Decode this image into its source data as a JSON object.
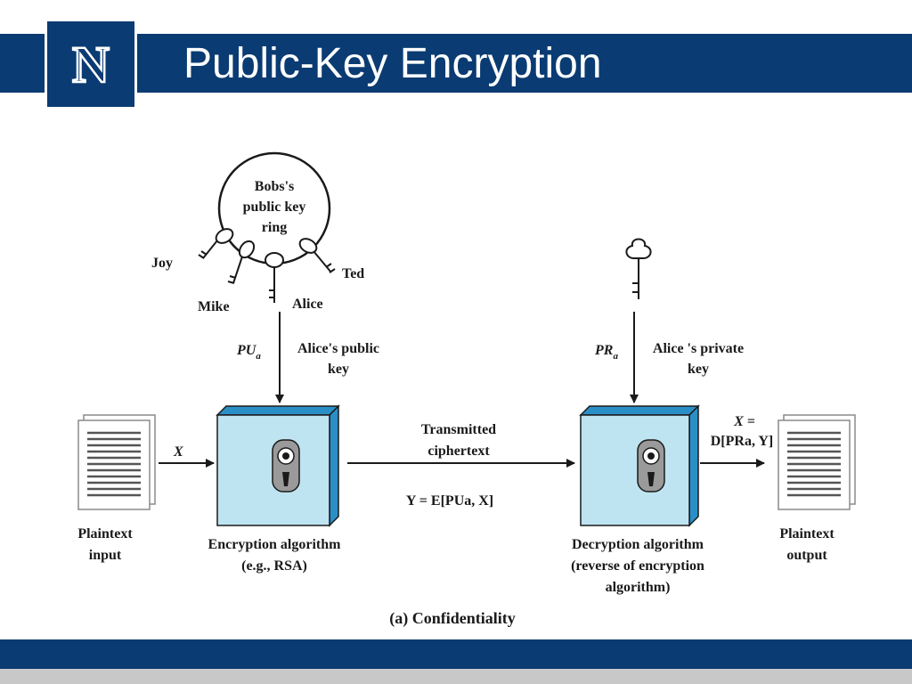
{
  "slide": {
    "title": "Public-Key Encryption",
    "logo": "N"
  },
  "colors": {
    "header": "#0a3b72",
    "box_face": "#bfe4f1",
    "box_side": "#2b8fc7"
  },
  "key_ring": {
    "label_lines": [
      "Bobs's",
      "public key",
      "ring"
    ],
    "keys": [
      "Joy",
      "Mike",
      "Alice",
      "Ted"
    ]
  },
  "public_key": {
    "symbol": "PU",
    "subscript": "a",
    "label_lines": [
      "Alice's public",
      "key"
    ]
  },
  "private_key": {
    "symbol": "PR",
    "subscript": "a",
    "label_lines": [
      "Alice 's private",
      "key"
    ]
  },
  "plaintext_input": {
    "var": "X",
    "label_lines": [
      "Plaintext",
      "input"
    ]
  },
  "encryption": {
    "label_lines": [
      "Encryption algorithm",
      "(e.g., RSA)"
    ]
  },
  "channel": {
    "label_lines": [
      "Transmitted",
      "ciphertext"
    ],
    "formula": "Y = E[PUa, X]"
  },
  "decryption": {
    "label_lines": [
      "Decryption algorithm",
      "(reverse of encryption",
      "algorithm)"
    ]
  },
  "output_formula": {
    "line1": "X =",
    "line2": "D[PRa, Y]"
  },
  "plaintext_output": {
    "label_lines": [
      "Plaintext",
      "output"
    ]
  },
  "caption": "(a) Confidentiality"
}
